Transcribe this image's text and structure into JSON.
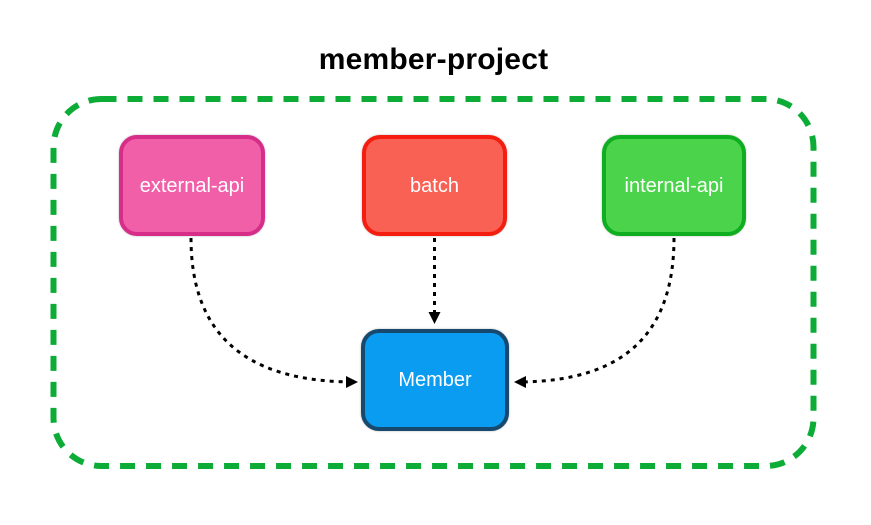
{
  "diagram": {
    "title": "member-project",
    "boundary": {
      "label": "member-project",
      "border_color": "#0cac36",
      "style": "dashed-rounded-rectangle"
    },
    "nodes": [
      {
        "id": "external-api",
        "label": "external-api",
        "fill": "#f25fa9",
        "border": "#d62e88",
        "text_color": "#ffffff"
      },
      {
        "id": "batch",
        "label": "batch",
        "fill": "#fa6155",
        "border": "#f51d0f",
        "text_color": "#ffffff"
      },
      {
        "id": "internal-api",
        "label": "internal-api",
        "fill": "#4bd44b",
        "border": "#0fae20",
        "text_color": "#ffffff"
      },
      {
        "id": "member",
        "label": "Member",
        "fill": "#0a9cf1",
        "border": "#17496f",
        "text_color": "#ffffff"
      }
    ],
    "edges": [
      {
        "from": "external-api",
        "to": "Member",
        "style": "dashed",
        "color": "#000000"
      },
      {
        "from": "batch",
        "to": "Member",
        "style": "dashed",
        "color": "#000000"
      },
      {
        "from": "internal-api",
        "to": "Member",
        "style": "dashed",
        "color": "#000000"
      }
    ]
  }
}
